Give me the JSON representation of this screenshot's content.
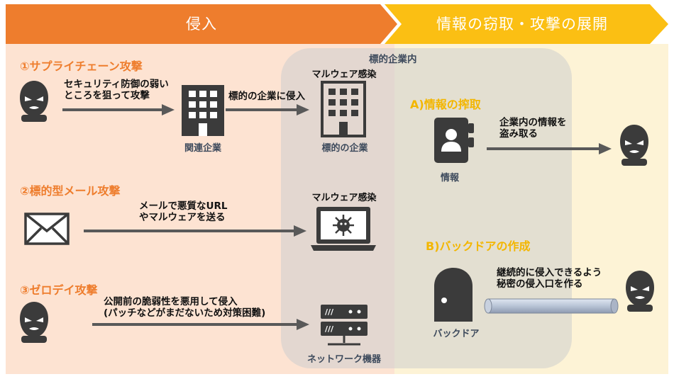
{
  "header": {
    "left_label": "侵入",
    "right_label": "情報の窃取・攻撃の展開"
  },
  "target_zone": {
    "label": "標的企業内"
  },
  "sections": {
    "supply_chain": {
      "title": "①サプライチェーン攻撃",
      "desc_line1": "セキュリティ防御の弱い",
      "desc_line2": "ところを狙って攻撃",
      "related_company": "関連企業",
      "invade_label": "標的の企業に侵入",
      "malware_label": "マルウェア感染",
      "target_company": "標的の企業"
    },
    "targeted_mail": {
      "title": "②標的型メール攻撃",
      "desc_line1": "メールで悪質なURL",
      "desc_line2": "やマルウェアを送る",
      "malware_label": "マルウェア感染"
    },
    "zero_day": {
      "title": "③ゼロデイ攻撃",
      "desc_line1": "公開前の脆弱性を悪用して侵入",
      "desc_line2": "(パッチなどがまだないため対策困難)",
      "device_label": "ネットワーク機器"
    },
    "theft": {
      "title": "A)情報の搾取",
      "info_label": "情報",
      "desc_line1": "企業内の情報を",
      "desc_line2": "盗み取る"
    },
    "backdoor": {
      "title": "B)バックドアの作成",
      "door_label": "バックドア",
      "desc_line1": "継続的に侵入できるよう",
      "desc_line2": "秘密の侵入口を作る"
    }
  },
  "colors": {
    "orange": "#ee7d2d",
    "yellow": "#fbbf13",
    "left_bg": "#fde3d2",
    "right_bg": "#fdf3d6",
    "zone": "#dedede",
    "icon": "#3b3b3b",
    "arrow": "#595959"
  }
}
